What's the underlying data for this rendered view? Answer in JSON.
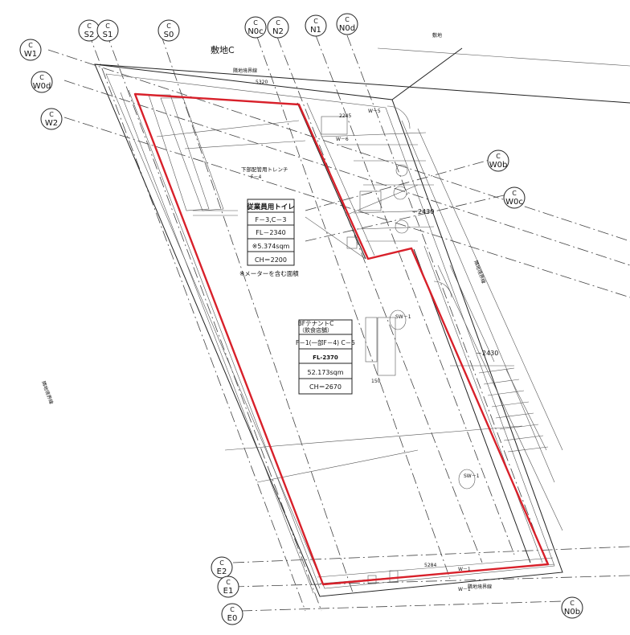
{
  "site_label": "敷地C",
  "grid_bubbles": [
    {
      "id": "s2",
      "sup": "C",
      "label": "S2"
    },
    {
      "id": "s1",
      "sup": "C",
      "label": "S1"
    },
    {
      "id": "s0",
      "sup": "C",
      "label": "S0"
    },
    {
      "id": "n0c",
      "sup": "C",
      "label": "N0c"
    },
    {
      "id": "n2",
      "sup": "C",
      "label": "N2"
    },
    {
      "id": "n1",
      "sup": "C",
      "label": "N1"
    },
    {
      "id": "n0d",
      "sup": "C",
      "label": "N0d"
    },
    {
      "id": "w1",
      "sup": "C",
      "label": "W1"
    },
    {
      "id": "w0d",
      "sup": "C",
      "label": "W0d"
    },
    {
      "id": "w2",
      "sup": "C",
      "label": "W2"
    },
    {
      "id": "w0b",
      "sup": "C",
      "label": "W0b"
    },
    {
      "id": "w0c",
      "sup": "C",
      "label": "W0c"
    },
    {
      "id": "e2",
      "sup": "C",
      "label": "E2"
    },
    {
      "id": "e1",
      "sup": "C",
      "label": "E1"
    },
    {
      "id": "e0",
      "sup": "C",
      "label": "E0"
    },
    {
      "id": "n0b",
      "sup": "C",
      "label": "N0b"
    }
  ],
  "toilet_box": {
    "title": "従業員用トイレ",
    "rows": [
      "F－3,C－3",
      "FL－2340",
      "※5.374sqm",
      "CH＝2200"
    ],
    "note": "※メーターを含む面積"
  },
  "tenant_box": {
    "title": "BFテナントC",
    "subtitle": "（飲食店舗）",
    "rows": [
      "F－1(一部F－4) C－5",
      "FL-2370",
      "52.173sqm",
      "CH＝2670"
    ]
  },
  "small_labels": {
    "boundary_top": "隣地境界線",
    "boundary_bottom": "隣地境界線",
    "boundary_left": "隣地境界線",
    "boundary_right": "隣地境界線",
    "trench": "下部配管用トレンチ",
    "trench_f": "F－4",
    "corner": "敷地",
    "level_1": "－2430",
    "level_2": "－2430",
    "w5": "W－5",
    "w6": "W－6",
    "w1_bottom": "W－1",
    "w1_bottom2": "W－1",
    "sw1": "SW－1",
    "sw2": "SW－1",
    "dim_1": "5320",
    "dim_2": "5284",
    "dim_3": "2245",
    "dim_4": "150"
  }
}
